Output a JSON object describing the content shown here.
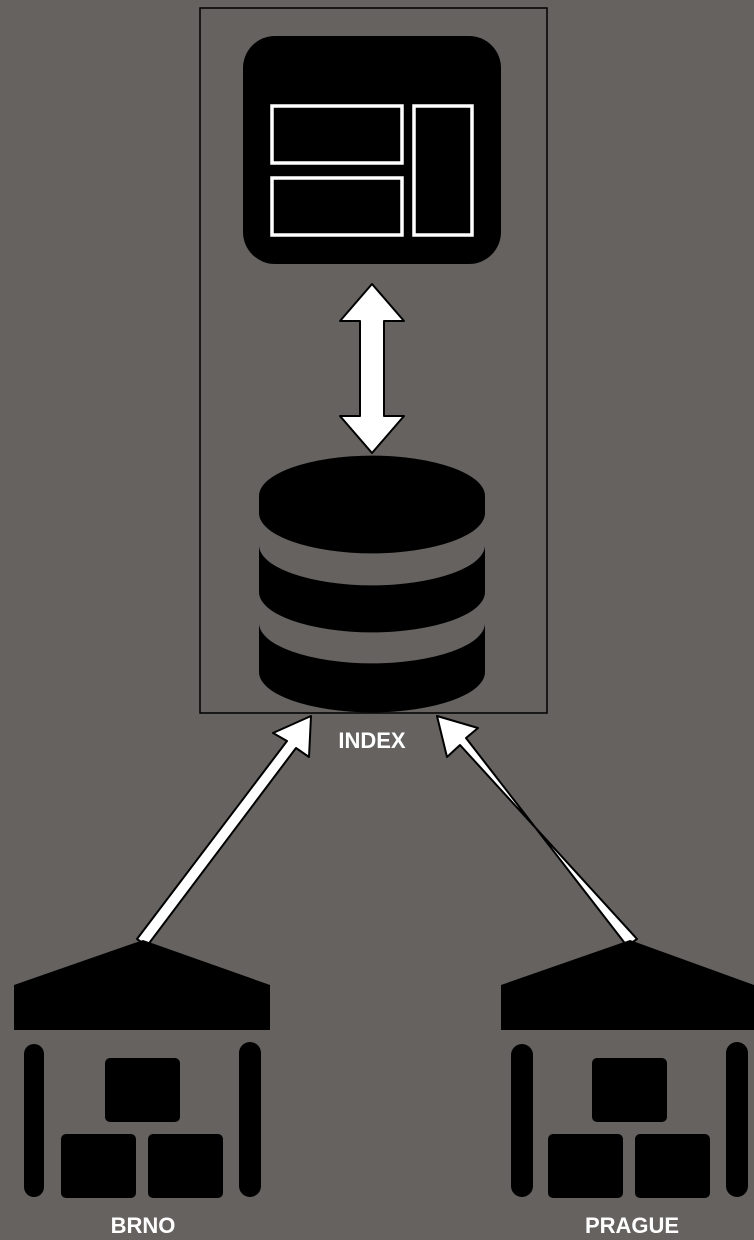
{
  "labels": {
    "index": "INDEX",
    "brno": "BRNO",
    "prague": "PRAGUE"
  },
  "icons": {
    "app": "web-app-window-icon",
    "index": "database-icon",
    "brno": "warehouse-icon",
    "prague": "warehouse-icon",
    "sync": "double-arrow-icon"
  },
  "colors": {
    "background": "#656260",
    "shape_fill": "#000000",
    "arrow_fill": "#ffffff",
    "container_border": "#000000",
    "label_text": "#ffffff"
  }
}
